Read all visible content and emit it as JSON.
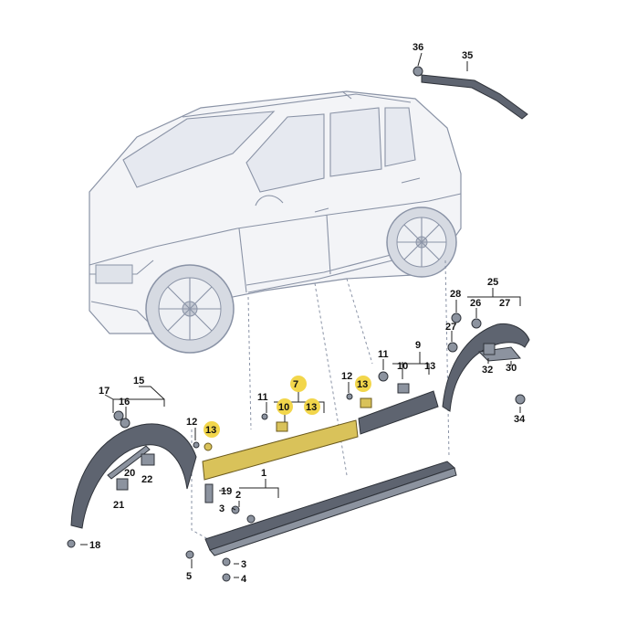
{
  "labels": {
    "l1": "1",
    "l2": "2",
    "l3a": "3",
    "l3b": "3",
    "l4": "4",
    "l5": "5",
    "l7": "7",
    "l9": "9",
    "l10a": "10",
    "l10b": "10",
    "l11a": "11",
    "l11b": "11",
    "l12a": "12",
    "l12b": "12",
    "l13a": "13",
    "l13b": "13",
    "l13c": "13",
    "l13d": "13",
    "l15": "15",
    "l16": "16",
    "l17": "17",
    "l18": "18",
    "l19": "19",
    "l20": "20",
    "l21": "21",
    "l22": "22",
    "l25": "25",
    "l26": "26",
    "l27a": "27",
    "l27b": "27",
    "l28": "28",
    "l30": "30",
    "l32": "32",
    "l34": "34",
    "l35": "35",
    "l36": "36"
  },
  "colors": {
    "highlight": "#f2d64b",
    "parts": "#5e6470",
    "trim": "#d9c25a"
  }
}
